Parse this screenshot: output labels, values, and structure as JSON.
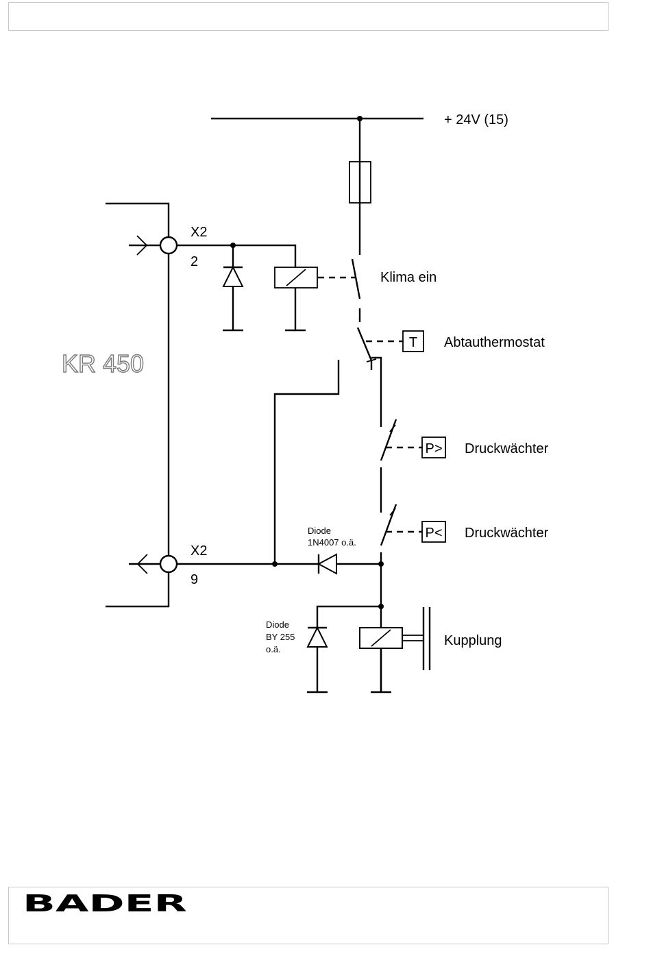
{
  "header": {
    "text": ""
  },
  "footer": {
    "brand": "BADER"
  },
  "diagram": {
    "supply_label": "+ 24V (15)",
    "module_label": "KR 450",
    "connector_top": {
      "name": "X2",
      "pin": "2"
    },
    "connector_bottom": {
      "name": "X2",
      "pin": "9"
    },
    "switch_klima": "Klima ein",
    "thermostat_symbol": "T",
    "thermostat_label": "Abtauthermostat",
    "pressure_high_symbol": "P>",
    "pressure_high_label": "Druckwächter",
    "pressure_low_symbol": "P<",
    "pressure_low_label": "Druckwächter",
    "diode_series": {
      "line1": "Diode",
      "line2": "1N4007  o.ä."
    },
    "diode_clutch": {
      "line1": "Diode",
      "line2": "BY 255",
      "line3": "o.ä."
    },
    "clutch_label": "Kupplung"
  }
}
